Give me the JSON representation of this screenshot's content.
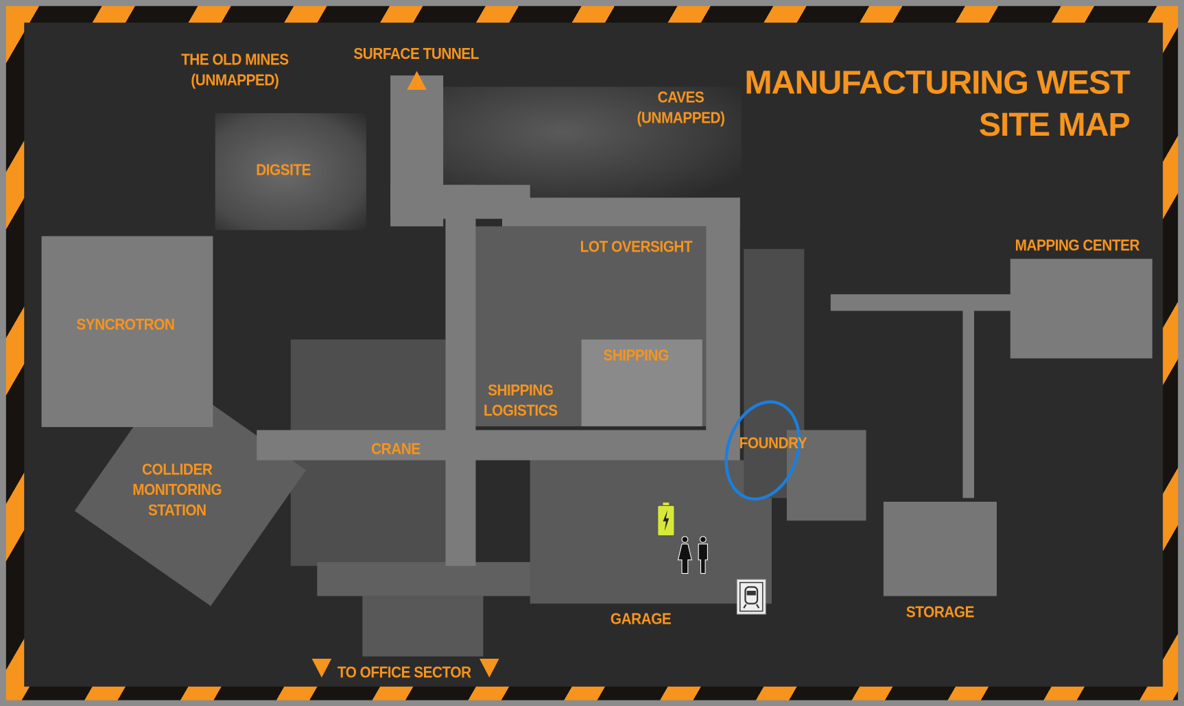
{
  "title": {
    "line1": "MANUFACTURING WEST",
    "line2": "SITE MAP"
  },
  "colors": {
    "label": "#f7941d",
    "corridor": "#7b7b7b",
    "background": "#2b2b2b",
    "highlight": "#1a7fe0",
    "battery": "#d8e83a"
  },
  "labels": {
    "old_mines": "THE OLD MINES",
    "old_mines_note": "(UNMAPPED)",
    "surface_tunnel": "SURFACE TUNNEL",
    "caves": "CAVES",
    "caves_note": "(UNMAPPED)",
    "digsite": "DIGSITE",
    "syncrotron": "SYNCROTRON",
    "lot_oversight": "LOT OVERSIGHT",
    "shipping": "SHIPPING",
    "shipping_logistics_1": "SHIPPING",
    "shipping_logistics_2": "LOGISTICS",
    "crane": "CRANE",
    "collider_1": "COLLIDER",
    "collider_2": "MONITORING",
    "collider_3": "STATION",
    "foundry": "FOUNDRY",
    "mapping_center": "MAPPING CENTER",
    "garage": "GARAGE",
    "storage": "STORAGE",
    "office_sector": "TO OFFICE SECTOR"
  },
  "icons": [
    "battery-charging-icon",
    "restroom-icon",
    "train-station-icon",
    "arrow-up-icon",
    "arrow-down-icon"
  ]
}
